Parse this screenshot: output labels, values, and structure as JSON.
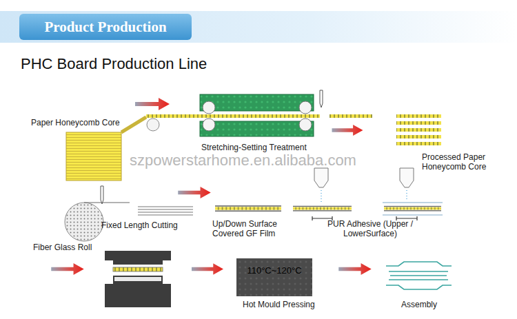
{
  "diagram": {
    "title": "PHC Board Production Line",
    "nodes": [
      {
        "text": [
          "Product Production"
        ]
      },
      {
        "text": [
          "110°C~120°C"
        ]
      }
    ],
    "labels": [
      "Paper Honeycomb Core",
      "Stretching-Setting Treatment",
      "szpowerstarhome.en.alibaba.com",
      "Processed Paper Honeycomb Core",
      "Fixed Length Cutting",
      "Fiber Glass Roll",
      "Up/Down Surface Covered GF Film",
      "PUR Adhesive (Upper / LowerSurface)",
      "Hot Mould Pressing",
      "Assembly"
    ]
  }
}
